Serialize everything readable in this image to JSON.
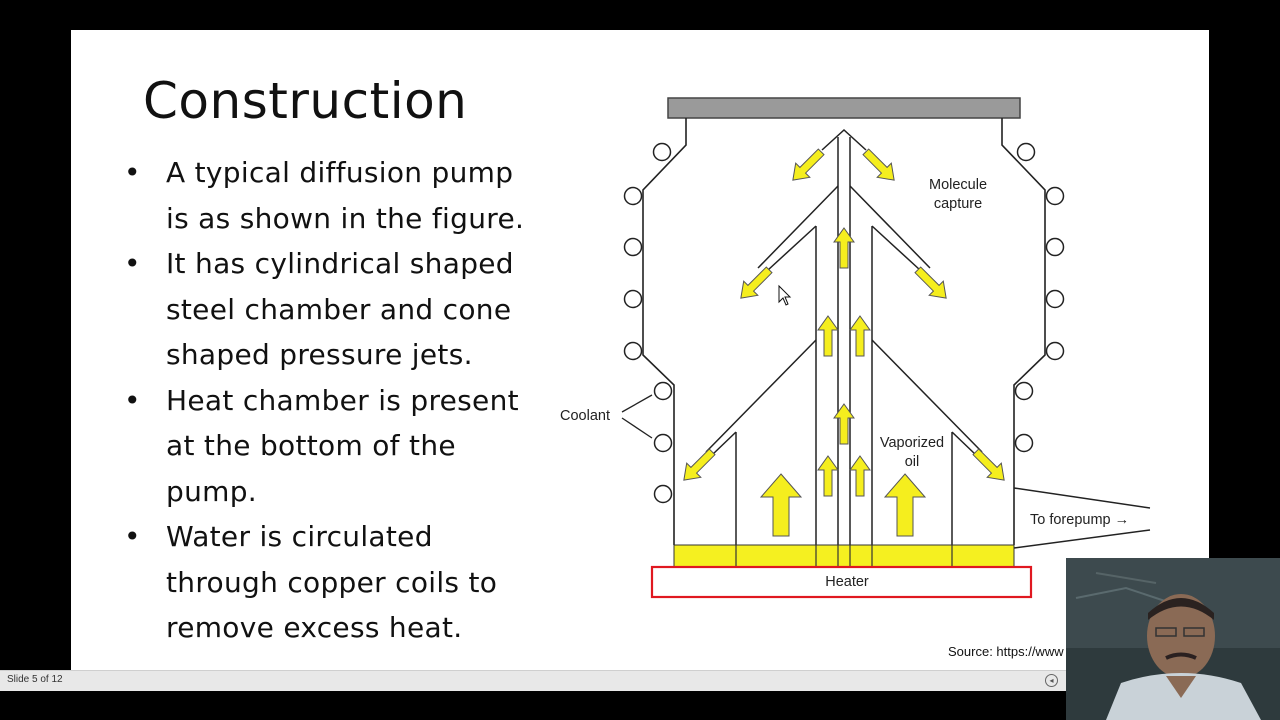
{
  "slide": {
    "title": "Construction",
    "bullets": [
      {
        "lines": [
          "A typical diffusion pump",
          "is as shown in the figure."
        ]
      },
      {
        "lines": [
          "It has cylindrical shaped",
          "steel chamber and cone",
          "shaped pressure jets."
        ]
      },
      {
        "lines": [
          "Heat chamber is present",
          "at the bottom of the",
          "pump."
        ]
      },
      {
        "lines": [
          "Water is circulated",
          "through copper coils to",
          "remove excess heat."
        ]
      }
    ],
    "bullet_glyph": "•",
    "source": "Source: https://www"
  },
  "diagram": {
    "labels": {
      "molecule_capture_1": "Molecule",
      "molecule_capture_2": "capture",
      "coolant": "Coolant",
      "vaporized_1": "Vaporized",
      "vaporized_2": "oil",
      "forepump": "To forepump →",
      "heater": "Heater"
    },
    "colors": {
      "arrow_fill": "#f5ee1e",
      "oil_fill": "#f5f020",
      "heater_border": "#e01820",
      "top_plate": "#9a9a9a"
    }
  },
  "statusbar": {
    "slide_count": "Slide 5 of 12",
    "nav_icon": "slideshow-nav-icon"
  }
}
